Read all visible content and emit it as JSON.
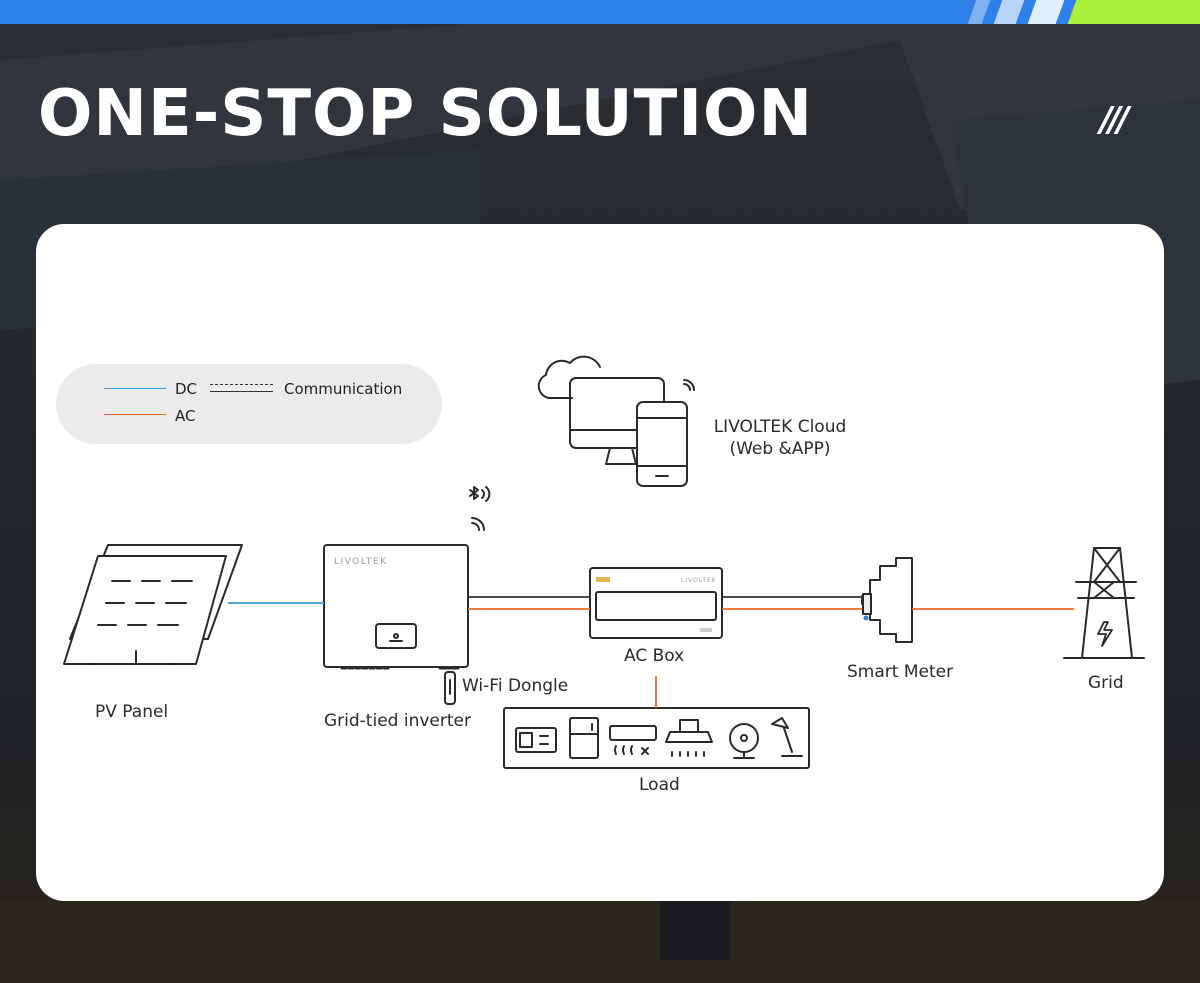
{
  "title": "ONE-STOP SOLUTION",
  "title_mark": "///",
  "colors": {
    "top_bar": "#2f80e8",
    "accent_green": "#a8f03c",
    "dc_line": "#3a9ad9",
    "ac_line": "#e8692a",
    "comm_line": "#333333"
  },
  "legend": {
    "dc": "DC",
    "ac": "AC",
    "communication": "Communication"
  },
  "nodes": {
    "cloud_line1": "LIVOLTEK Cloud",
    "cloud_line2": "(Web &APP)",
    "pv_panel": "PV Panel",
    "inverter": "Grid-tied inverter",
    "inverter_brand": "LIVOLTEK",
    "wifi_dongle": "Wi-Fi Dongle",
    "ac_box": "AC Box",
    "ac_box_brand": "LIVOLTEK",
    "smart_meter": "Smart Meter",
    "grid": "Grid",
    "load": "Load"
  },
  "icons": {
    "cloud": "cloud-devices-icon",
    "bluetooth": "bluetooth-icon",
    "wifi": "wifi-icon",
    "pv": "solar-panel-icon",
    "inverter": "inverter-icon",
    "dongle": "usb-dongle-icon",
    "acbox": "ac-box-icon",
    "meter": "smart-meter-icon",
    "tower": "power-tower-icon",
    "loads": [
      "oven-icon",
      "fridge-icon",
      "air-conditioner-icon",
      "range-hood-icon",
      "fan-icon",
      "lamp-icon"
    ]
  }
}
